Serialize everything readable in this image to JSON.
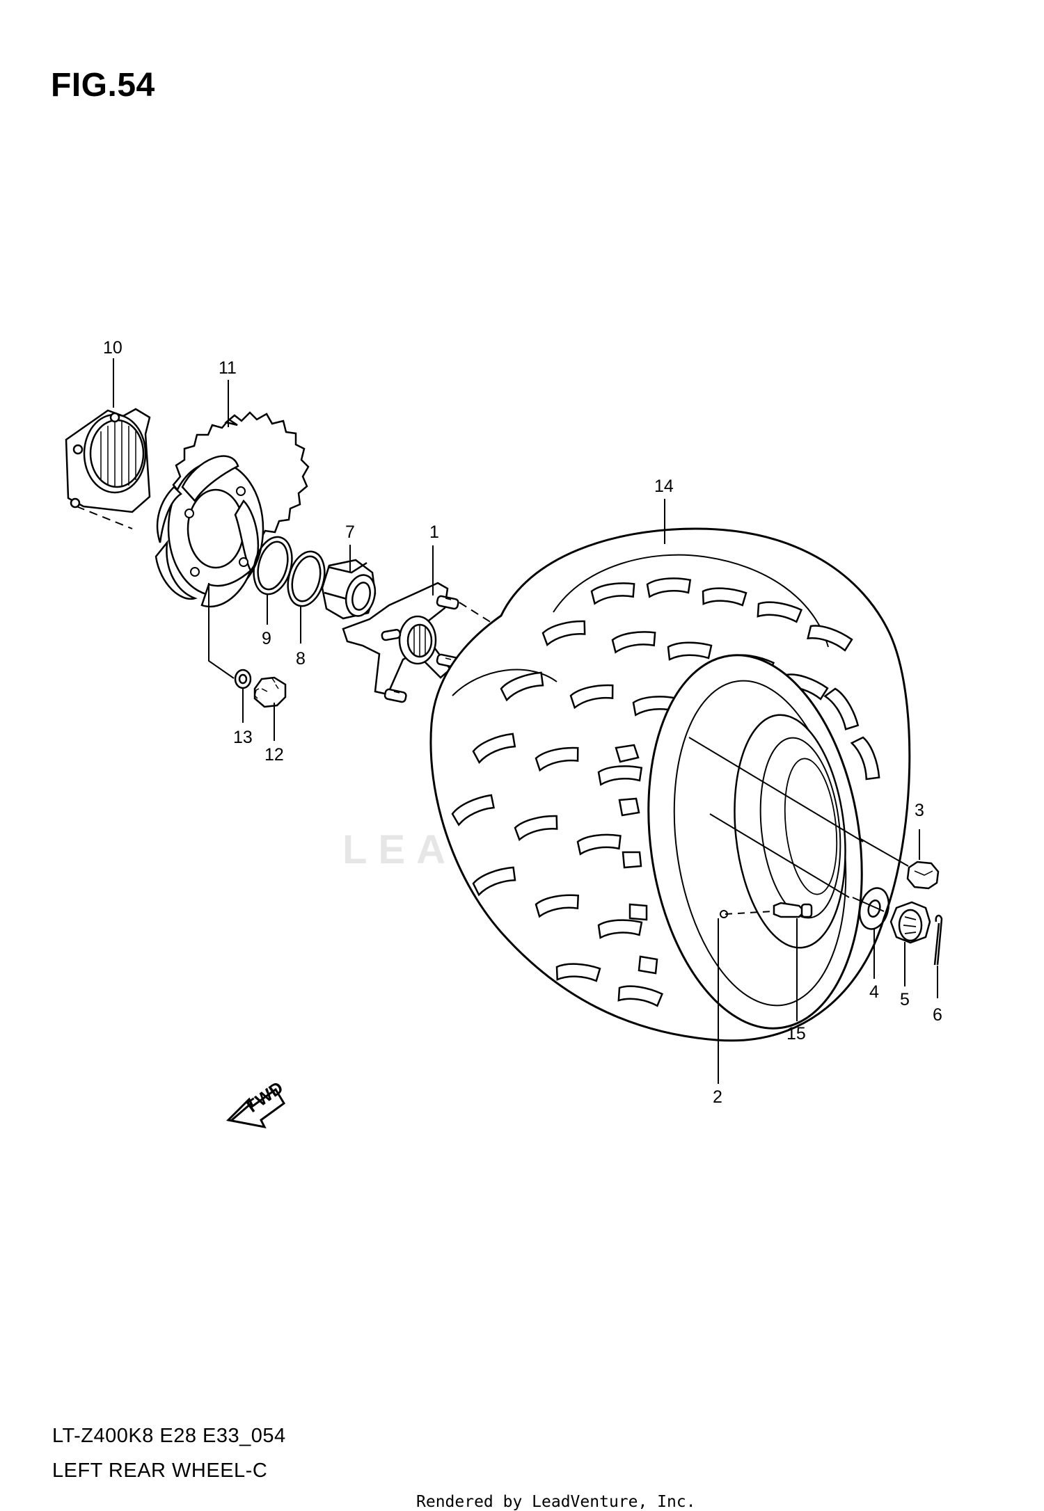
{
  "figure": {
    "title": "FIG.54",
    "code": "LT-Z400K8 E28 E33_054",
    "name": "LEFT REAR WHEEL-C",
    "rendered_by": "Rendered by LeadVenture, Inc.",
    "watermark": "LEADVENTURE",
    "fwd_label": "FWD"
  },
  "callouts": [
    "1",
    "2",
    "3",
    "4",
    "5",
    "6",
    "7",
    "8",
    "9",
    "10",
    "11",
    "12",
    "13",
    "14",
    "15"
  ]
}
